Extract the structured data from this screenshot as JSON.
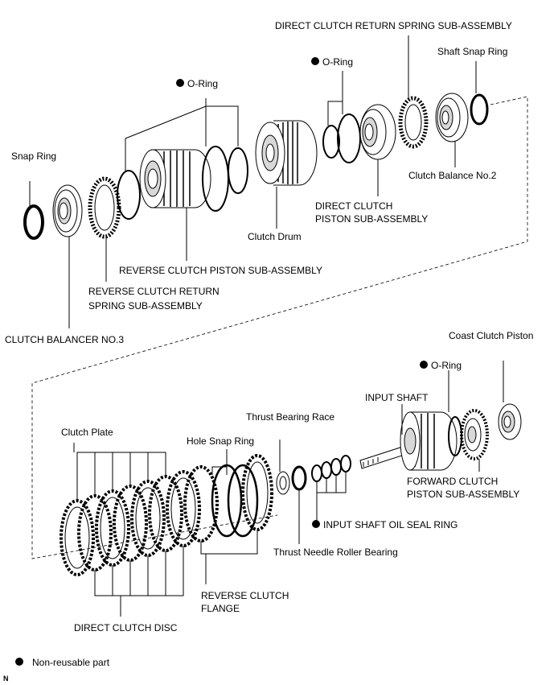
{
  "labels": {
    "direct_clutch_return_spring": "DIRECT CLUTCH RETURN SPRING SUB-ASSEMBLY",
    "shaft_snap_ring": "Shaft Snap Ring",
    "o_ring_top_right": "O-Ring",
    "o_ring_top_left": "O-Ring",
    "snap_ring": "Snap Ring",
    "clutch_balance_no2": "Clutch Balance No.2",
    "direct_clutch_piston_1": "DIRECT CLUTCH",
    "direct_clutch_piston_2": "PISTON SUB-ASSEMBLY",
    "clutch_drum": "Clutch Drum",
    "reverse_clutch_piston": "REVERSE CLUTCH PISTON SUB-ASSEMBLY",
    "reverse_clutch_return_1": "REVERSE CLUTCH RETURN",
    "reverse_clutch_return_2": "SPRING SUB-ASSEMBLY",
    "clutch_balancer_no3": "CLUTCH BALANCER NO.3",
    "coast_clutch_piston": "Coast Clutch Piston",
    "o_ring_bottom": "O-Ring",
    "input_shaft": "INPUT SHAFT",
    "thrust_bearing_race": "Thrust Bearing Race",
    "clutch_plate": "Clutch Plate",
    "hole_snap_ring": "Hole Snap Ring",
    "forward_clutch_piston_1": "FORWARD CLUTCH",
    "forward_clutch_piston_2": "PISTON SUB-ASSEMBLY",
    "input_shaft_oil_seal_ring": "INPUT SHAFT OIL SEAL RING",
    "thrust_needle_roller_bearing": "Thrust Needle Roller Bearing",
    "reverse_clutch_flange_1": "REVERSE CLUTCH",
    "reverse_clutch_flange_2": "FLANGE",
    "direct_clutch_disc": "DIRECT CLUTCH DISC"
  },
  "legend": {
    "non_reusable": "Non-reusable part"
  },
  "corner_mark": "N"
}
